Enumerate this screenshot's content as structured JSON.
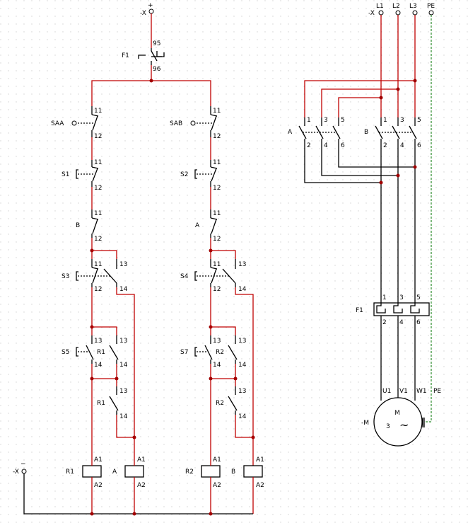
{
  "supply": {
    "x_left_label": "-X",
    "plus_label": "+",
    "minus_label": "−",
    "x_bottom_label": "-X"
  },
  "overload_aux": {
    "name": "F1",
    "t_top": "95",
    "t_bot": "96"
  },
  "left_branch": {
    "saa": {
      "name": "SAA",
      "t1": "11",
      "t2": "12"
    },
    "s1": {
      "name": "S1",
      "t1": "11",
      "t2": "12"
    },
    "b": {
      "name": "B",
      "t1": "11",
      "t2": "12"
    },
    "s3": {
      "name": "S3",
      "t1": "11",
      "t2": "12",
      "t3": "13",
      "t4": "14"
    },
    "s5": {
      "name": "S5",
      "t3": "13",
      "t4": "14"
    },
    "r1a": {
      "name": "R1",
      "t3": "13",
      "t4": "14"
    },
    "r1b": {
      "name": "R1",
      "t3": "13",
      "t4": "14"
    },
    "coil_r1": {
      "name": "R1",
      "a1": "A1",
      "a2": "A2"
    },
    "coil_a": {
      "name": "A",
      "a1": "A1",
      "a2": "A2"
    }
  },
  "right_branch": {
    "sab": {
      "name": "SAB",
      "t1": "11",
      "t2": "12"
    },
    "s2": {
      "name": "S2",
      "t1": "11",
      "t2": "12"
    },
    "a": {
      "name": "A",
      "t1": "11",
      "t2": "12"
    },
    "s4": {
      "name": "S4",
      "t1": "11",
      "t2": "12",
      "t3": "13",
      "t4": "14"
    },
    "s7": {
      "name": "S7",
      "t3": "13",
      "t4": "14"
    },
    "r2a": {
      "name": "R2",
      "t3": "13",
      "t4": "14"
    },
    "r2b": {
      "name": "R2",
      "t3": "13",
      "t4": "14"
    },
    "coil_r2": {
      "name": "R2",
      "a1": "A1",
      "a2": "A2"
    },
    "coil_b": {
      "name": "B",
      "a1": "A1",
      "a2": "A2"
    }
  },
  "power": {
    "x_label": "-X",
    "lines": [
      "L1",
      "L2",
      "L3",
      "PE"
    ],
    "contactor_a": {
      "name": "A",
      "top": [
        "1",
        "3",
        "5"
      ],
      "bot": [
        "2",
        "4",
        "6"
      ]
    },
    "contactor_b": {
      "name": "B",
      "top": [
        "1",
        "3",
        "5"
      ],
      "bot": [
        "2",
        "4",
        "6"
      ]
    },
    "overload": {
      "name": "F1",
      "top": [
        "1",
        "3",
        "5"
      ],
      "bot": [
        "2",
        "4",
        "6"
      ]
    },
    "motor": {
      "name": "-M",
      "symbol": "M",
      "phases": "3",
      "ac": "~",
      "terminals": [
        "U1",
        "V1",
        "W1",
        "PE"
      ]
    }
  },
  "colors": {
    "wire_energized": "#c00000",
    "wire_plain": "#000000",
    "wire_pe": "#2a8a2a",
    "node": "#a00000",
    "grid_dot": "#d0d0d0"
  }
}
